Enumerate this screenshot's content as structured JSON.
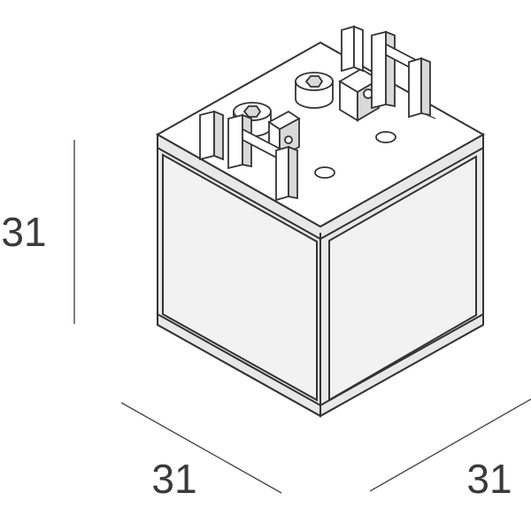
{
  "dimensions": {
    "height": "31",
    "width": "31",
    "depth": "31"
  }
}
